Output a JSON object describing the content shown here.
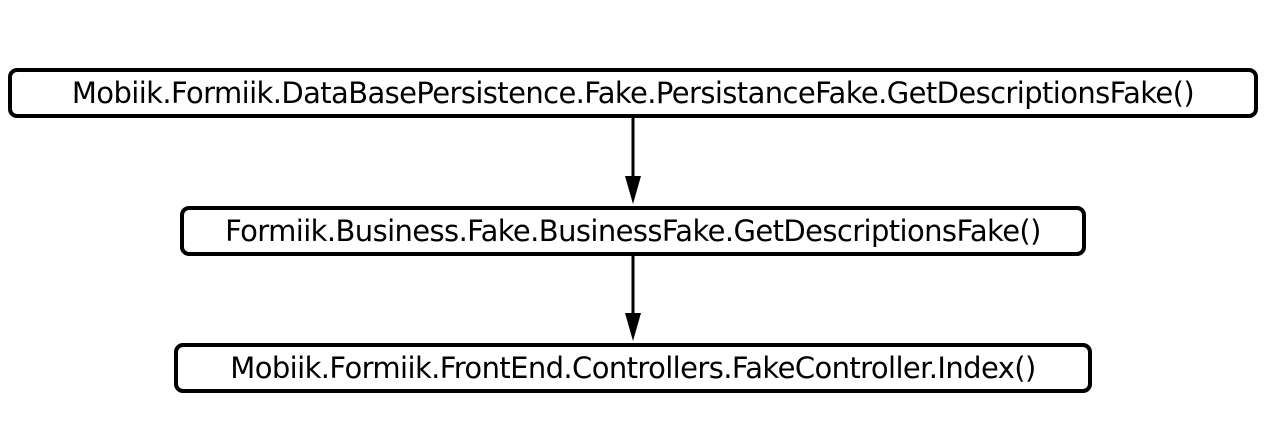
{
  "diagram": {
    "nodes": [
      {
        "id": "n1",
        "label": "Mobiik.Formiik.DataBasePersistence.Fake.PersistanceFake.GetDescriptionsFake()"
      },
      {
        "id": "n2",
        "label": "Formiik.Business.Fake.BusinessFake.GetDescriptionsFake()"
      },
      {
        "id": "n3",
        "label": "Mobiik.Formiik.FrontEnd.Controllers.FakeController.Index()"
      }
    ],
    "edges": [
      {
        "from": "n1",
        "to": "n2"
      },
      {
        "from": "n2",
        "to": "n3"
      }
    ],
    "colors": {
      "background": "#ffffff",
      "stroke": "#000000",
      "text": "#000000"
    }
  }
}
